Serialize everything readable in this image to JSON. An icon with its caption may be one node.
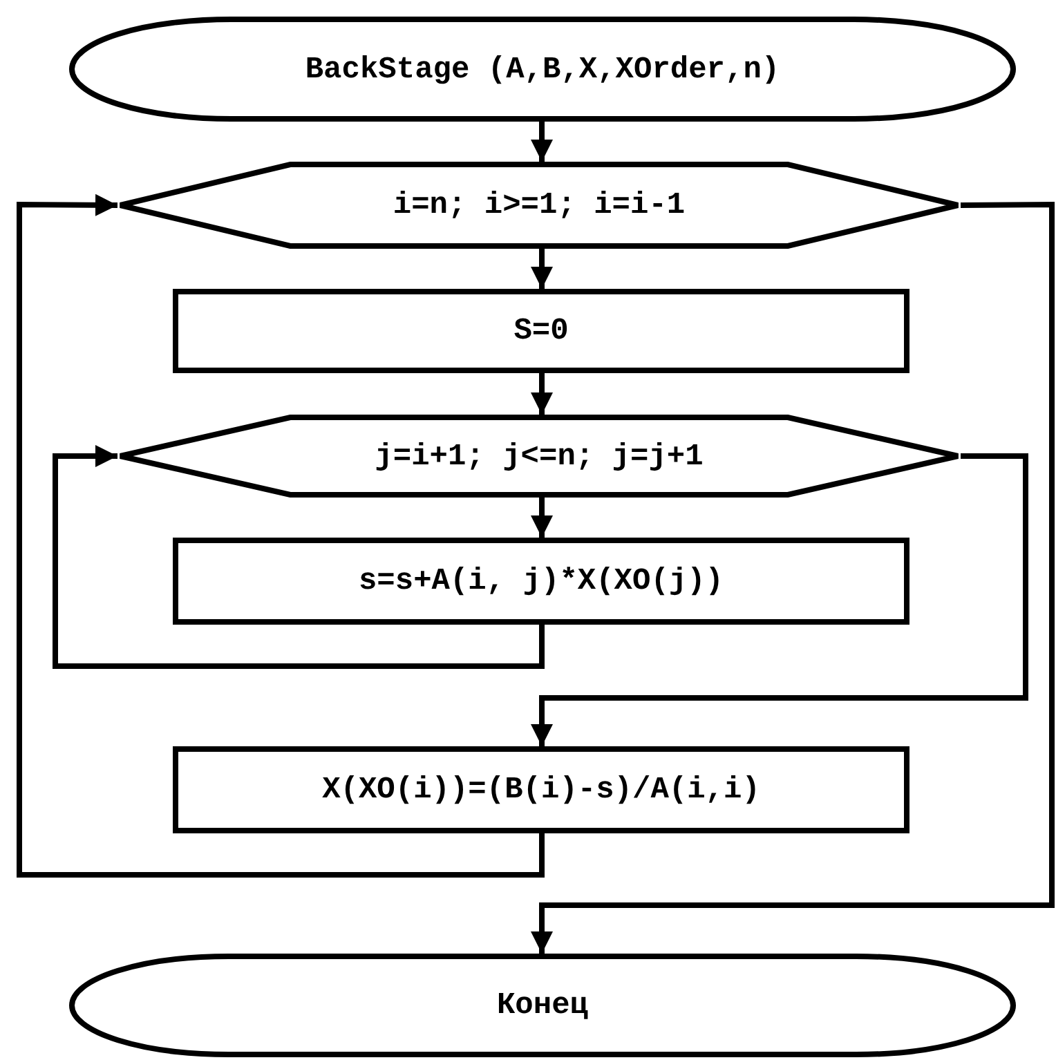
{
  "diagram": {
    "nodes": [
      {
        "text": [
          "BackStage (A,B,X,XOrder,n)"
        ]
      },
      {
        "text": [
          "i=n; i>=1; i=i-1"
        ]
      },
      {
        "text": [
          "S=0"
        ]
      },
      {
        "text": [
          "j=i+1; j<=n; j=j+1"
        ]
      },
      {
        "text": [
          "s=s+A(i, j)*X(XO(j))"
        ]
      },
      {
        "text": [
          "X(XO(i))=(B(i)-s)/A(i,i)"
        ]
      },
      {
        "text": [
          "Конец"
        ]
      }
    ],
    "edges": [
      {
        "from": 0,
        "to": 1,
        "arrow": "to"
      },
      {
        "from": 1,
        "to": 2,
        "arrow": "to"
      },
      {
        "from": 2,
        "to": 3,
        "arrow": "to"
      },
      {
        "from": 3,
        "to": 4,
        "arrow": "to"
      },
      {
        "from": 4,
        "to": 3,
        "arrow": "to"
      },
      {
        "from": 3,
        "to": 5,
        "arrow": "to"
      },
      {
        "from": 5,
        "to": 1,
        "arrow": "to"
      },
      {
        "from": 1,
        "to": 6,
        "arrow": "to"
      }
    ]
  }
}
